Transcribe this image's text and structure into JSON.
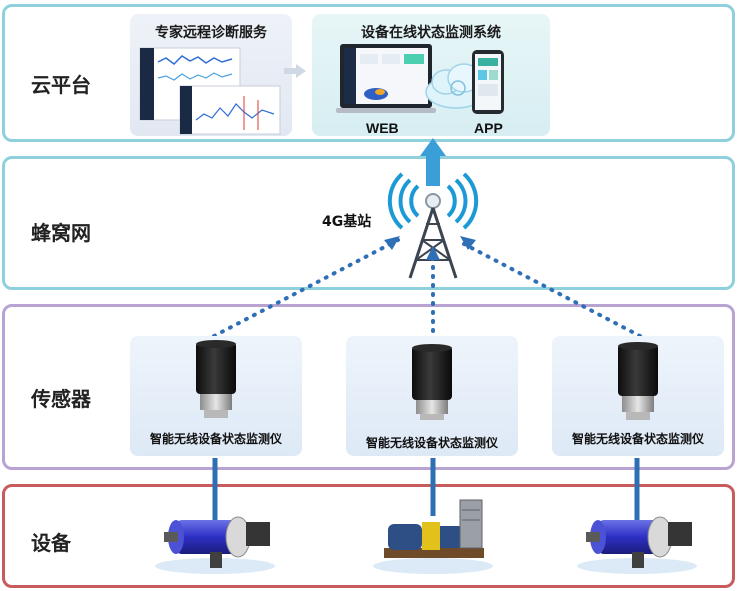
{
  "layers": {
    "cloud": "云平台",
    "cellular": "蜂窝网",
    "sensor": "传感器",
    "device": "设备"
  },
  "cloud_platform": {
    "expert_service_title": "专家远程诊断服务",
    "monitoring_system_title": "设备在线状态监测系统",
    "web_label": "WEB",
    "app_label": "APP"
  },
  "cellular": {
    "base_station_label": "4G基站"
  },
  "sensors": [
    {
      "label": "智能无线设备状态监测仪"
    },
    {
      "label": "智能无线设备状态监测仪"
    },
    {
      "label": "智能无线设备状态监测仪"
    }
  ],
  "colors": {
    "cloud_border": "#8ed0dc",
    "sensor_border": "#b9a3d3",
    "device_border": "#c85c5c",
    "signal_dots": "#2f6fb6",
    "uplink_arrow": "#3a9fd6"
  },
  "icons": [
    "dashboard-screenshot-icon",
    "laptop-icon",
    "cloud-icon",
    "phone-icon",
    "radio-tower-icon",
    "sensor-icon",
    "ball-mill-icon",
    "motor-gearbox-icon"
  ]
}
